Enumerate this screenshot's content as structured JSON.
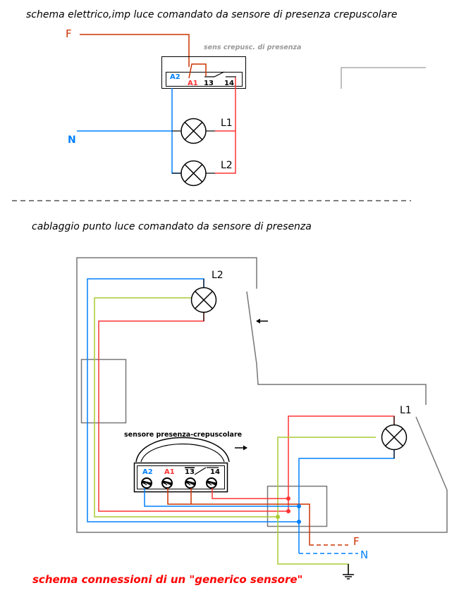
{
  "diagram": {
    "top_schematic": {
      "title": "schema elettrico,imp luce comandato da sensore di presenza crepuscolare",
      "phase_label": "F",
      "neutral_label": "N",
      "sensor_caption": "sens crepusc. di presenza",
      "terminals": {
        "a2": "A2",
        "a1": "A1",
        "t13": "13",
        "t14": "14"
      },
      "lamps": [
        {
          "label": "L1"
        },
        {
          "label": "L2"
        }
      ]
    },
    "separator": "dashed-line",
    "wiring": {
      "title": "cablaggio punto luce comandato da sensore di presenza",
      "lamps": [
        {
          "label": "L2"
        },
        {
          "label": "L1"
        }
      ],
      "sensor_title": "sensore presenza-crepuscolare",
      "terminals": {
        "a2": "A2",
        "a1": "A1",
        "t13": "13",
        "t14": "14"
      },
      "phase_label": "F",
      "neutral_label": "N",
      "footer": "schema connessioni di un \"generico sensore\""
    },
    "colors": {
      "phase": "#cc3300",
      "live_red": "#ff3333",
      "neutral": "#0080ff",
      "earth": "#a8cc33",
      "wall": "#777777",
      "separator": "#333333",
      "caption_gray": "#999999",
      "footer_red": "#ff0000"
    }
  }
}
